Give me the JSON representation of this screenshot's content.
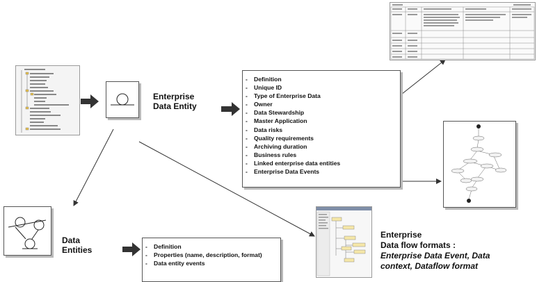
{
  "enterprise_entity": {
    "title_line1": "Enterprise",
    "title_line2": "Data Entity",
    "attributes": [
      "Definition",
      "Unique ID",
      "Type of Enterprise Data",
      "Owner",
      "Data Stewardship",
      "Master Application",
      "Data risks",
      "Quality requirements",
      "Archiving duration",
      "Business rules",
      "Linked enterprise data entities",
      "Enterprise Data Events"
    ]
  },
  "data_entities": {
    "title_line1": "Data",
    "title_line2": "Entities",
    "attributes": [
      "Definition",
      "Properties (name, description, format)",
      "Data entity events"
    ]
  },
  "dataflow": {
    "title_line1": "Enterprise",
    "title_line2": "Data flow formats :",
    "subtitle_line1": "Enterprise Data Event, Data",
    "subtitle_line2": "context, Dataflow format"
  },
  "colors": {
    "arrow": "#333333",
    "box_border": "#555555",
    "shadow": "#b9b9b9"
  },
  "icons": [
    "entity-icon",
    "data-entities-icon",
    "repository-tree-thumbnail",
    "table-thumbnail",
    "state-diagram-thumbnail",
    "tool-screenshot-thumbnail"
  ]
}
